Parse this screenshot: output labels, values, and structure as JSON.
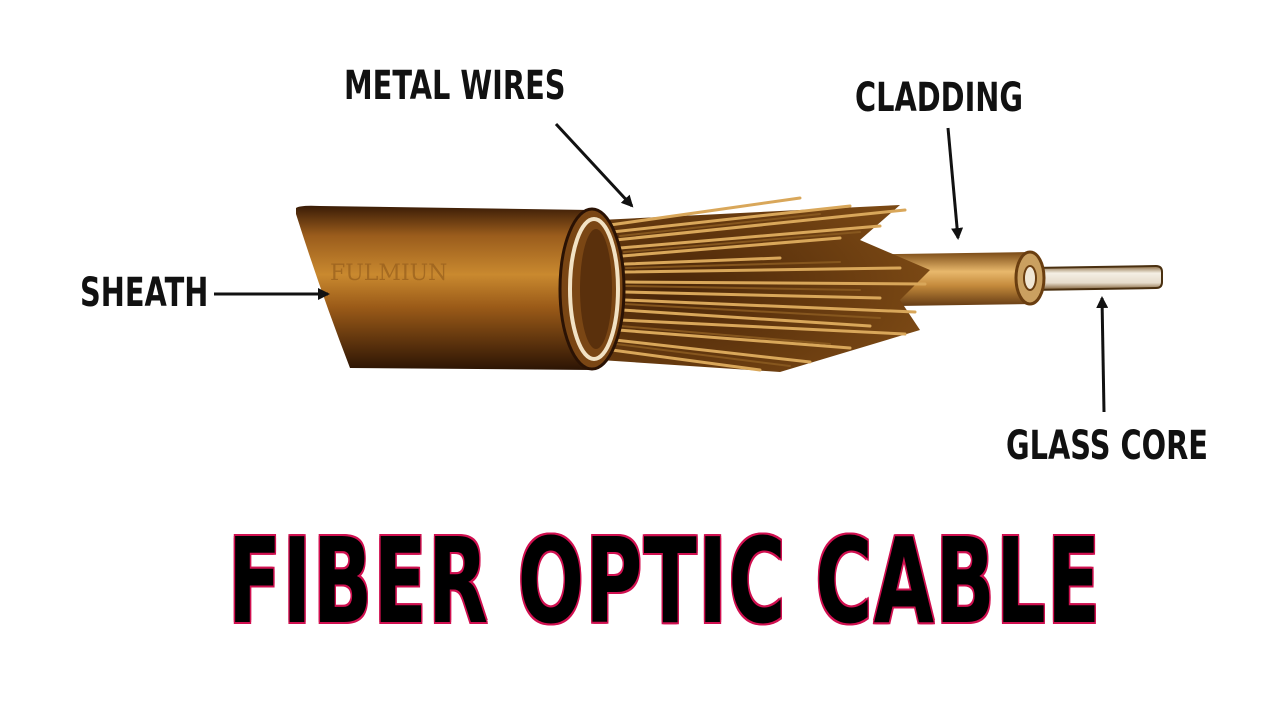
{
  "title": "FIBER OPTIC CABLE",
  "labels": {
    "metal_wires": "METAL WIRES",
    "cladding": "CLADDING",
    "sheath": "SHEATH",
    "glass_core": "GLASS CORE"
  },
  "colors": {
    "title_fill": "#000000",
    "title_outline": "#d01050",
    "sheath": "#8a4e14",
    "wires": "#c08a3c",
    "cladding": "#d7a45c",
    "core": "#f1ece2",
    "text": "#111111"
  }
}
